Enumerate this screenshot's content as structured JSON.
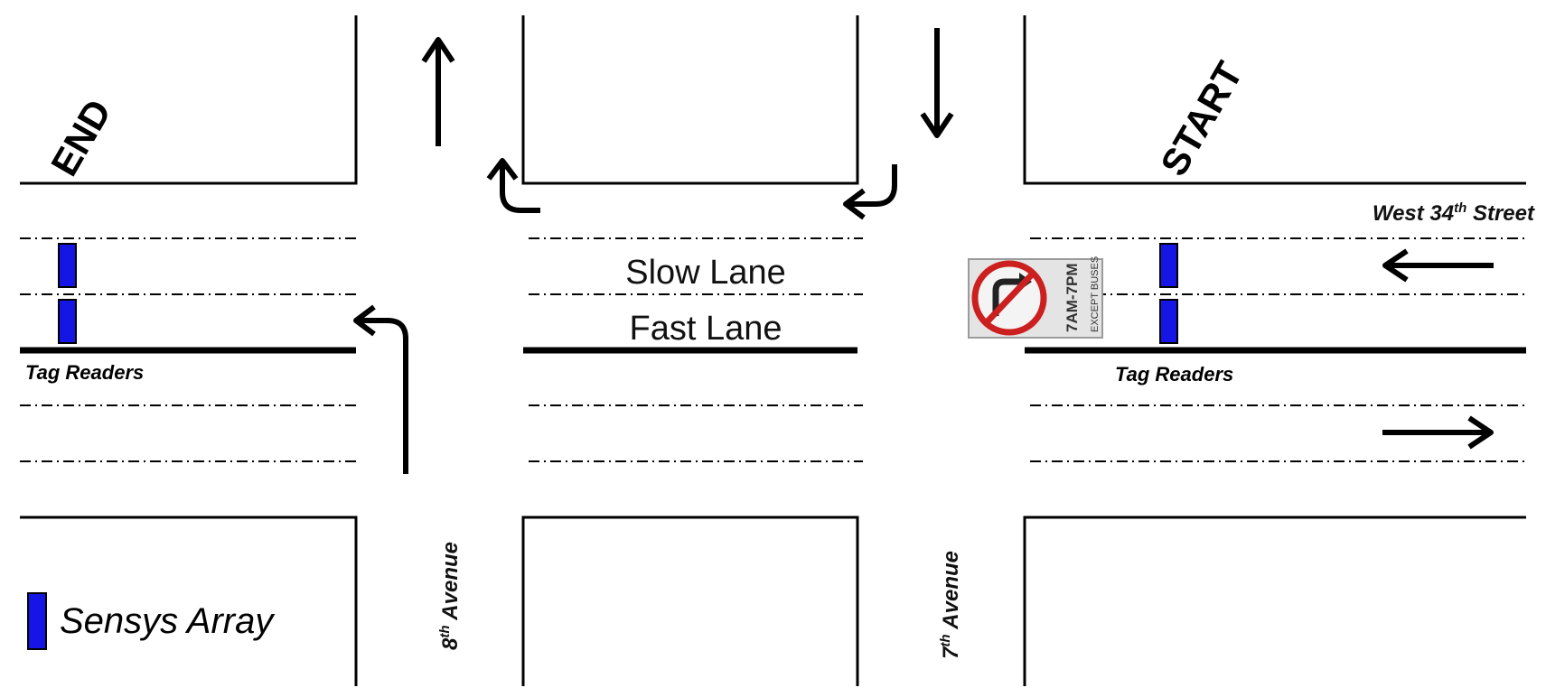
{
  "labels": {
    "start": "START",
    "end": "END",
    "street": "West 34",
    "street_sup": "th",
    "street_suffix": " Street",
    "slow_lane": "Slow Lane",
    "fast_lane": "Fast Lane",
    "tag_readers_left": "Tag Readers",
    "tag_readers_right": "Tag Readers",
    "avenue_8": "8",
    "avenue_8_sup": "th",
    "avenue_8_suffix": " Avenue",
    "avenue_7": "7",
    "avenue_7_sup": "th",
    "avenue_7_suffix": " Avenue",
    "legend": "Sensys Array"
  },
  "sign": {
    "line1": "7AM-7PM",
    "line2": "EXCEPT BUSES",
    "symbol": "no-left-turn-icon"
  },
  "colors": {
    "sensor": "#1515e6",
    "sign_ring": "#cc2020",
    "sign_bg": "#e4e4e4"
  }
}
